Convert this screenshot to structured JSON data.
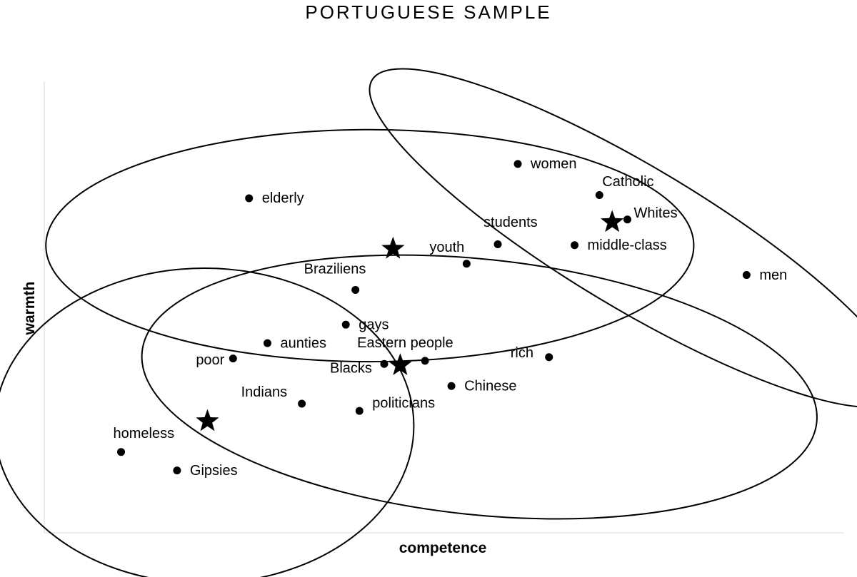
{
  "chart_data": {
    "type": "scatter",
    "title": "PORTUGUESE SAMPLE",
    "xlabel": "competence",
    "ylabel": "warmth",
    "xlim": [
      0,
      100
    ],
    "ylim": [
      0,
      100
    ],
    "grid": false,
    "legend": "none",
    "points": [
      {
        "label": "women",
        "x": 59.2,
        "y": 81.7
      },
      {
        "label": "Catholic",
        "x": 69.4,
        "y": 74.8
      },
      {
        "label": "Whites",
        "x": 72.9,
        "y": 69.4
      },
      {
        "label": "middle-class",
        "x": 66.3,
        "y": 63.7
      },
      {
        "label": "men",
        "x": 87.8,
        "y": 57.1
      },
      {
        "label": "elderly",
        "x": 25.6,
        "y": 74.1
      },
      {
        "label": "students",
        "x": 56.7,
        "y": 63.9
      },
      {
        "label": "youth",
        "x": 52.8,
        "y": 59.6
      },
      {
        "label": "Braziliens",
        "x": 38.9,
        "y": 53.8
      },
      {
        "label": "gays",
        "x": 37.7,
        "y": 46.1
      },
      {
        "label": "aunties",
        "x": 27.9,
        "y": 42.0
      },
      {
        "label": "Eastern people",
        "x": 47.6,
        "y": 38.1
      },
      {
        "label": "rich",
        "x": 63.1,
        "y": 38.9
      },
      {
        "label": "Blacks",
        "x": 42.5,
        "y": 37.4
      },
      {
        "label": "Chinese",
        "x": 50.9,
        "y": 32.5
      },
      {
        "label": "politicians",
        "x": 39.4,
        "y": 27.0
      },
      {
        "label": "poor",
        "x": 23.6,
        "y": 38.6
      },
      {
        "label": "Indians",
        "x": 32.2,
        "y": 28.6
      },
      {
        "label": "homeless",
        "x": 9.6,
        "y": 17.9
      },
      {
        "label": "Gipsies",
        "x": 16.6,
        "y": 13.8
      }
    ],
    "centroids": [
      {
        "x": 71.0,
        "y": 68.8
      },
      {
        "x": 43.6,
        "y": 62.9
      },
      {
        "x": 44.5,
        "y": 37.1
      },
      {
        "x": 20.4,
        "y": 24.7
      }
    ],
    "clusters": [
      {
        "cx": 73.9,
        "cy": 65.3,
        "rx": 38.4,
        "ry": 15.6,
        "rotate": 31
      },
      {
        "cx": 40.7,
        "cy": 63.6,
        "rx": 40.5,
        "ry": 25.7,
        "rotate": 0
      },
      {
        "cx": 54.4,
        "cy": 32.3,
        "rx": 42.4,
        "ry": 28.3,
        "rotate": 6
      },
      {
        "cx": 20.0,
        "cy": 23.7,
        "rx": 26.2,
        "ry": 34.9,
        "rotate": 0
      }
    ]
  }
}
